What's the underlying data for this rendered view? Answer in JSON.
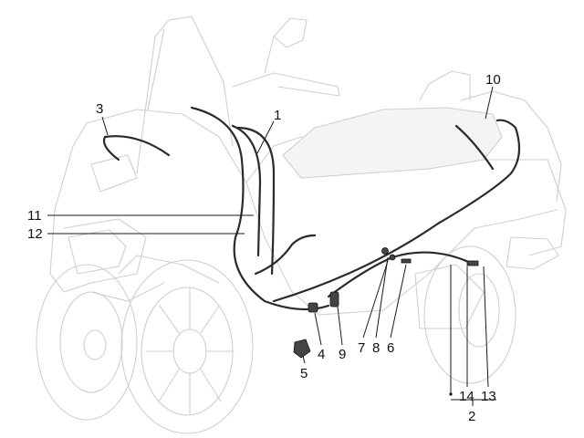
{
  "callouts": [
    {
      "id": "c1",
      "text": "1"
    },
    {
      "id": "c2",
      "text": "2"
    },
    {
      "id": "c3",
      "text": "3"
    },
    {
      "id": "c4",
      "text": "4"
    },
    {
      "id": "c5",
      "text": "5"
    },
    {
      "id": "c6",
      "text": "6"
    },
    {
      "id": "c7",
      "text": "7"
    },
    {
      "id": "c8",
      "text": "8"
    },
    {
      "id": "c9",
      "text": "9"
    },
    {
      "id": "c10",
      "text": "10"
    },
    {
      "id": "c11",
      "text": "11"
    },
    {
      "id": "c12",
      "text": "12"
    },
    {
      "id": "c13",
      "text": "13"
    },
    {
      "id": "c14",
      "text": "14"
    }
  ],
  "colors": {
    "scooter_outline": "#cfcfcf",
    "cable": "#2a2a2a",
    "text": "#111111"
  }
}
